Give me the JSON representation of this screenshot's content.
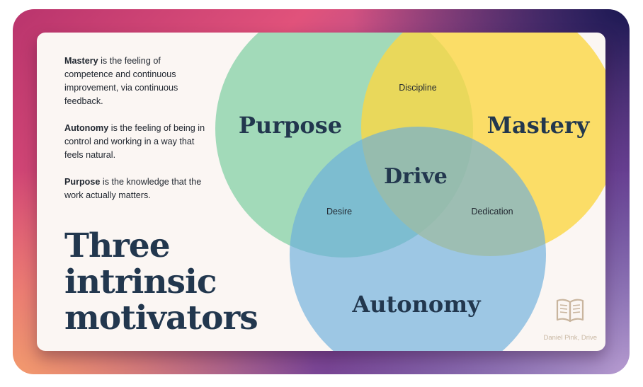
{
  "descriptions": [
    {
      "term": "Mastery",
      "text": " is the feeling of competence and continuous improvement, via continuous feedback."
    },
    {
      "term": "Autonomy",
      "text": " is the feeling of being in control and working in a way that feels natural."
    },
    {
      "term": "Purpose",
      "text": " is the knowledge that the work actually matters."
    }
  ],
  "headline": {
    "line1": "Three",
    "line2": "intrinsic",
    "line3": "motivators"
  },
  "venn": {
    "sets": {
      "purpose": "Purpose",
      "mastery": "Mastery",
      "autonomy": "Autonomy"
    },
    "intersections": {
      "purpose_mastery": "Discipline",
      "purpose_autonomy": "Desire",
      "mastery_autonomy": "Dedication",
      "center": "Drive"
    },
    "colors": {
      "purpose": "#7fcfa2",
      "mastery": "#fbd744",
      "autonomy": "#6aaedb"
    }
  },
  "footer": {
    "credit": "Daniel Pink, Drive",
    "icon": "book-icon"
  }
}
